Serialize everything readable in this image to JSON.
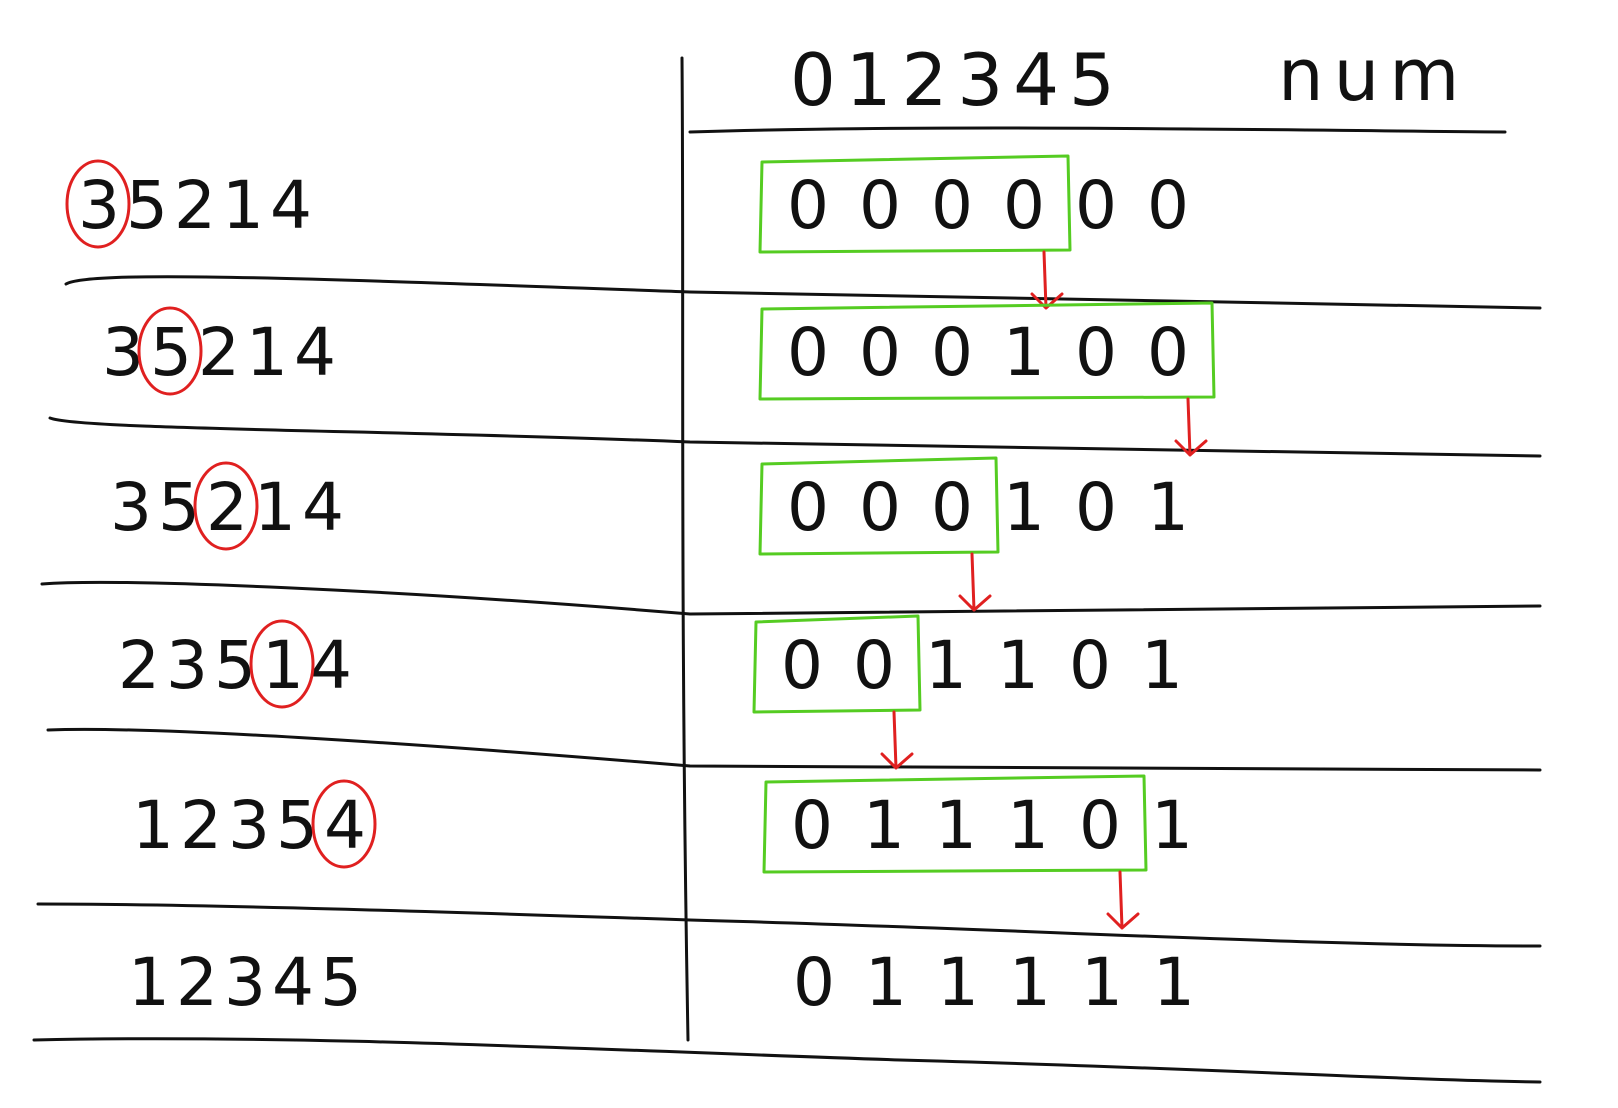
{
  "header": {
    "indices": "012345",
    "num_label": "num"
  },
  "rows": [
    {
      "perm": "35214",
      "circled_index": 0,
      "bits": [
        "0",
        "0",
        "0",
        "0",
        "0",
        "0"
      ],
      "box_end": 4,
      "arrow_from": 3
    },
    {
      "perm": "35214",
      "circled_index": 1,
      "bits": [
        "0",
        "0",
        "0",
        "1",
        "0",
        "0"
      ],
      "box_end": 6,
      "arrow_from": 5
    },
    {
      "perm": "35214",
      "circled_index": 2,
      "bits": [
        "0",
        "0",
        "0",
        "1",
        "0",
        "1"
      ],
      "box_end": 3,
      "arrow_from": 2
    },
    {
      "perm": "23514",
      "circled_index": 3,
      "bits": [
        "0",
        "0",
        "1",
        "1",
        "0",
        "1"
      ],
      "box_end": 2,
      "arrow_from": 1
    },
    {
      "perm": "12354",
      "circled_index": 4,
      "bits": [
        "0",
        "1",
        "1",
        "1",
        "0",
        "1"
      ],
      "box_end": 5,
      "arrow_from": 4
    },
    {
      "perm": "12345",
      "circled_index": null,
      "bits": [
        "0",
        "1",
        "1",
        "1",
        "1",
        "1"
      ],
      "box_end": null,
      "arrow_from": null
    }
  ],
  "colors": {
    "ink": "#111111",
    "circle": "#e02020",
    "box": "#55cc22",
    "arrow": "#e02020"
  }
}
